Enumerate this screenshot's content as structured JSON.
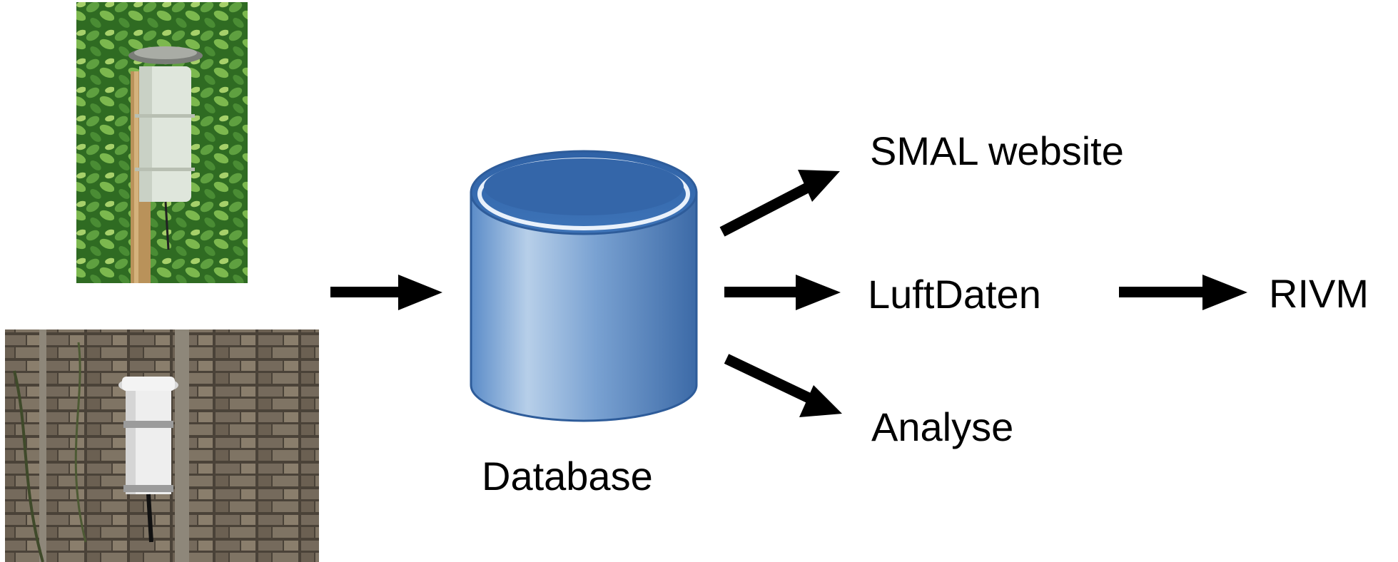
{
  "nodes": {
    "database": "Database",
    "smal_website": "SMAL website",
    "luftdaten": "LuftDaten",
    "rivm": "RIVM",
    "analyse": "Analyse"
  },
  "images": {
    "sensor_top": "sensor housing on wooden post in front of green hedge",
    "sensor_bottom": "sensor housing mounted on stone wall"
  },
  "colors": {
    "cylinder_blue": "#3a6fb0",
    "cylinder_light": "#8fb4dc",
    "arrow": "#000000",
    "hedge_green": "#3d7a2a",
    "wall_gray": "#6e655a"
  }
}
